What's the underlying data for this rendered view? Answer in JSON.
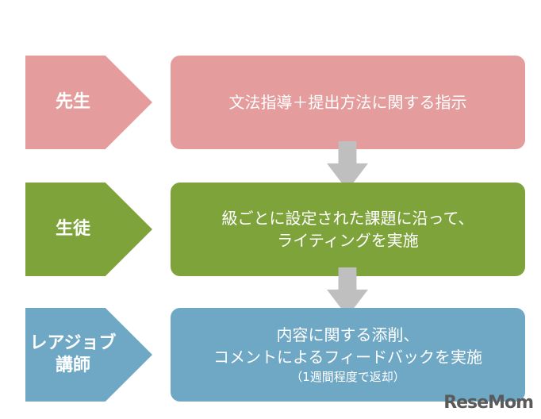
{
  "rows": [
    {
      "role": "先生",
      "lines": [
        "文法指導＋提出方法に関する指示"
      ],
      "color": "#e59c9c"
    },
    {
      "role": "生徒",
      "lines": [
        "級ごとに設定された課題に沿って、",
        "ライティングを実施"
      ],
      "color": "#7ea33b"
    },
    {
      "role_lines": [
        "レアジョブ",
        "講師"
      ],
      "lines": [
        "内容に関する添削、",
        "コメントによるフィードバックを実施"
      ],
      "note": "（1週間程度で返却）",
      "color": "#6fa8c5"
    }
  ],
  "logo": "ReseMom"
}
